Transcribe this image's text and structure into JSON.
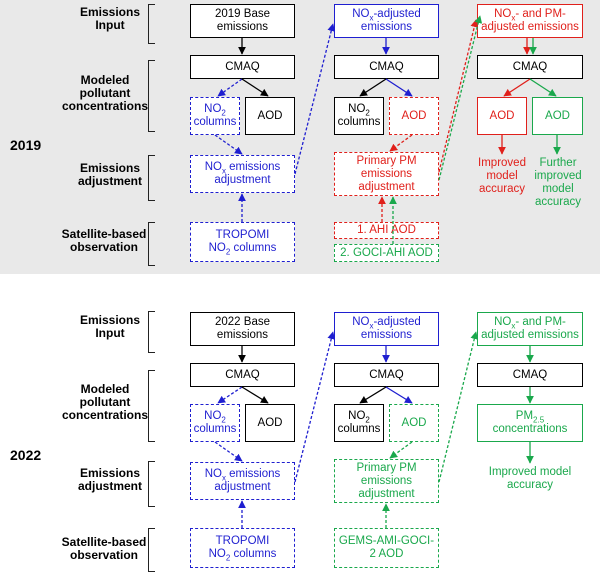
{
  "colors": {
    "blue": "#1f1fd0",
    "red": "#e0201b",
    "green": "#1aa84c",
    "panel_bg": "#e9e9e9"
  },
  "row_labels": {
    "emissions_input": "Emissions Input",
    "modeled_concentrations": "Modeled pollutant concentrations",
    "emissions_adjustment": "Emissions adjustment",
    "satellite_observation": "Satellite-based observation"
  },
  "years": {
    "y2019": "2019",
    "y2022": "2022"
  },
  "common": {
    "cmaq": "CMAQ",
    "no2": "NO",
    "no2_sub": "2",
    "columns": "columns",
    "aod": "AOD",
    "nox_prefix": "NO",
    "nox_sub": "x",
    "emissions_adjustment_text": " emissions adjustment",
    "nox_adjusted_suffix": "-adjusted emissions",
    "pm_adjusted_suffix": "- and PM-adjusted emissions",
    "primary_pm_adjustment": "Primary PM emissions adjustment",
    "tropomi": "TROPOMI",
    "no2_columns_suffix": " columns"
  },
  "panel_2019": {
    "base_emissions": "2019 Base emissions",
    "ahi_aod": "1. AHI AOD",
    "goci_ahi_aod": "2. GOCI-AHI AOD",
    "improved_accuracy": "Improved model accuracy",
    "further_improved_accuracy": "Further improved model accuracy"
  },
  "panel_2022": {
    "base_emissions": "2022 Base emissions",
    "gems_aod": "GEMS-AMI-GOCI-2 AOD",
    "pm25_prefix": "PM",
    "pm25_sub": "2.5",
    "pm25_suffix": " concentrations",
    "improved_accuracy": "Improved model accuracy"
  }
}
